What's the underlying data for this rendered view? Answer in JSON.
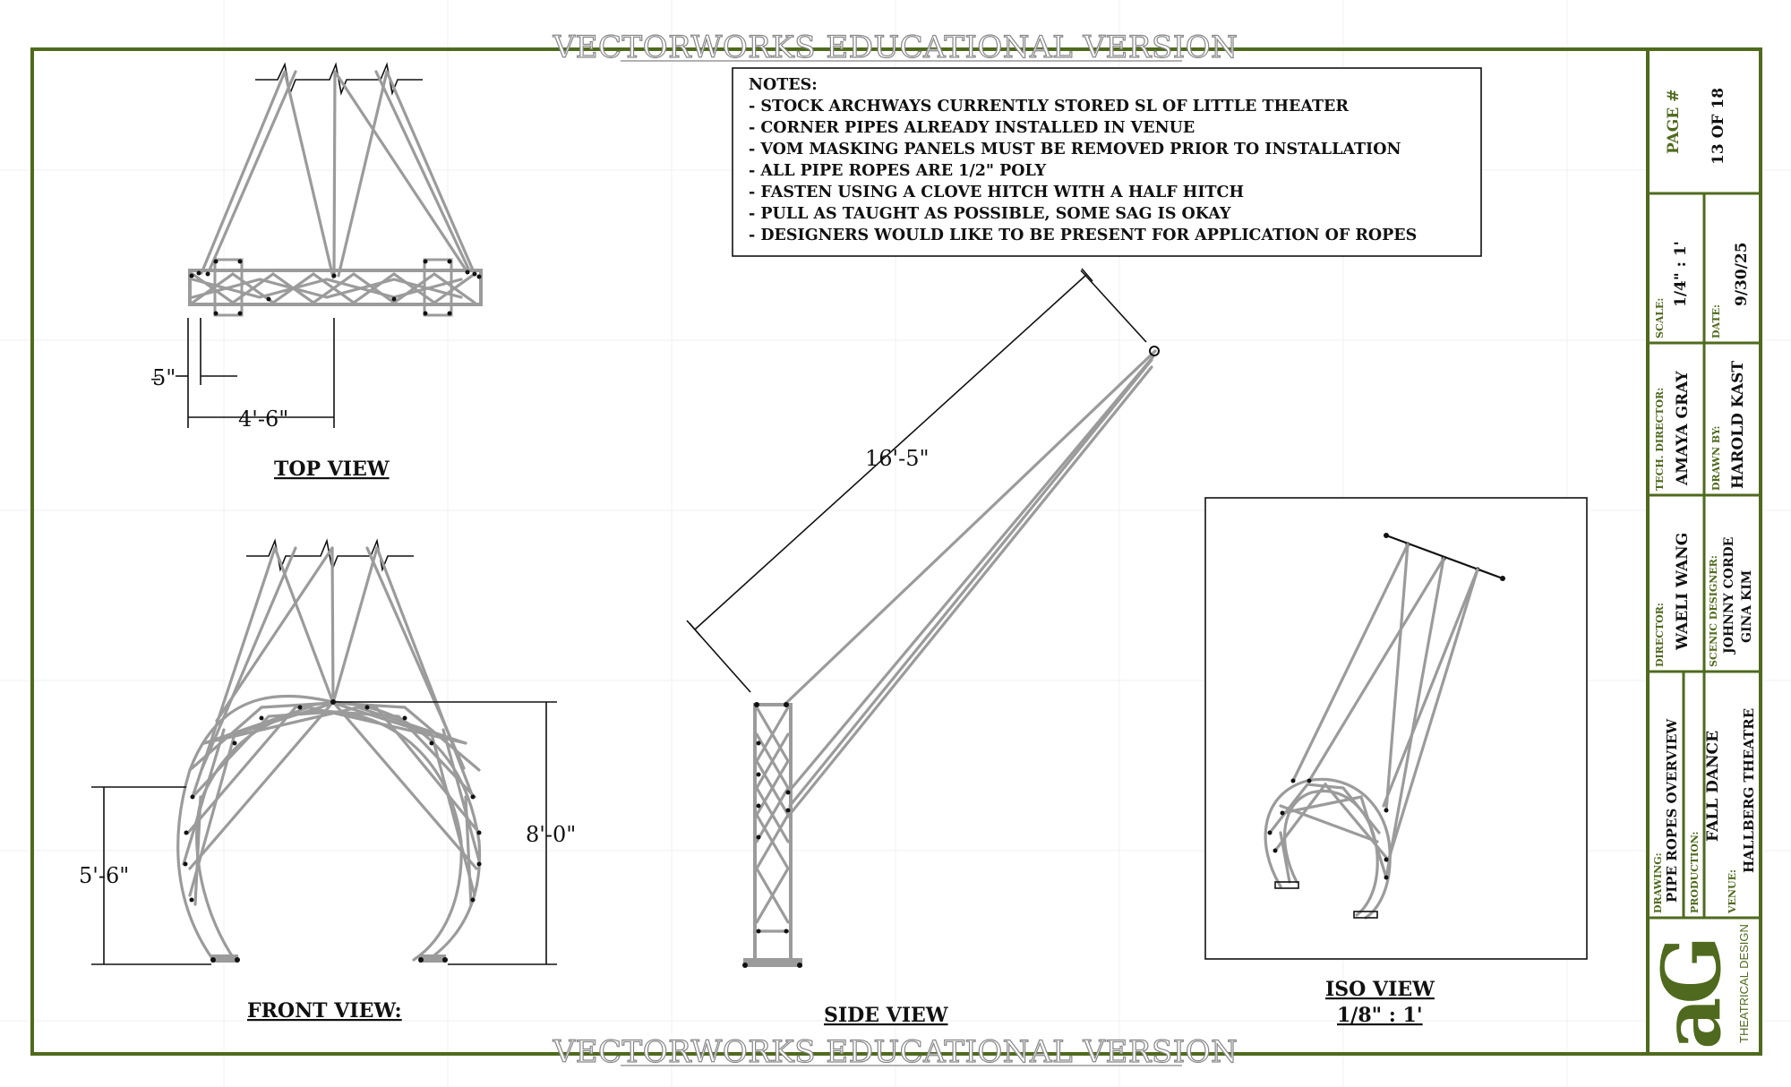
{
  "watermark": "VECTORWORKS EDUCATIONAL VERSION",
  "notes": {
    "heading": "NOTES:",
    "lines": [
      "- STOCK ARCHWAYS CURRENTLY STORED SL OF LITTLE THEATER",
      "- CORNER PIPES ALREADY INSTALLED IN VENUE",
      "- VOM MASKING PANELS MUST BE REMOVED PRIOR TO INSTALLATION",
      "- ALL PIPE ROPES ARE 1/2\" POLY",
      "- FASTEN USING A CLOVE HITCH WITH A HALF HITCH",
      "- PULL AS TAUGHT AS POSSIBLE, SOME SAG IS OKAY",
      "- DESIGNERS WOULD LIKE TO BE PRESENT FOR APPLICATION OF ROPES"
    ]
  },
  "views": {
    "top": {
      "title": "TOP VIEW",
      "dim_small": "5\"",
      "dim_width": "4'-6\""
    },
    "front": {
      "title": "FRONT VIEW:",
      "dim_left": "5'-6\"",
      "dim_right": "8'-0\""
    },
    "side": {
      "title": "SIDE VIEW",
      "dim_rope": "16'-5\""
    },
    "iso": {
      "title": "ISO VIEW",
      "scale": "1/8\" : 1'"
    }
  },
  "title_block": {
    "page_label": "PAGE #",
    "page_value": "13 OF 18",
    "scale_label": "SCALE:",
    "scale_value": "1/4\" : 1'",
    "date_label": "DATE:",
    "date_value": "9/30/25",
    "tech_label": "TECH. DIRECTOR:",
    "tech_value": "AMAYA GRAY",
    "drawn_label": "DRAWN BY:",
    "drawn_value": "HAROLD KAST",
    "director_label": "DIRECTOR:",
    "director_value": "WAELI WANG",
    "scenic_label": "SCENIC DESIGNER:",
    "scenic_value_1": "JOHNNY CORDE",
    "scenic_value_2": "GINA KIM",
    "drawing_label": "DRAWING:",
    "drawing_value": "PIPE ROPES OVERVIEW",
    "production_label": "PRODUCTION:",
    "production_value": "FALL DANCE",
    "venue_label": "VENUE:",
    "venue_value": "HALLBERG THEATRE",
    "logo_letters": "aG",
    "logo_caption": "THEATRICAL DESIGN"
  },
  "colors": {
    "border": "#4f6a1e",
    "rope": "#9b9b9b",
    "ink": "#111111"
  }
}
